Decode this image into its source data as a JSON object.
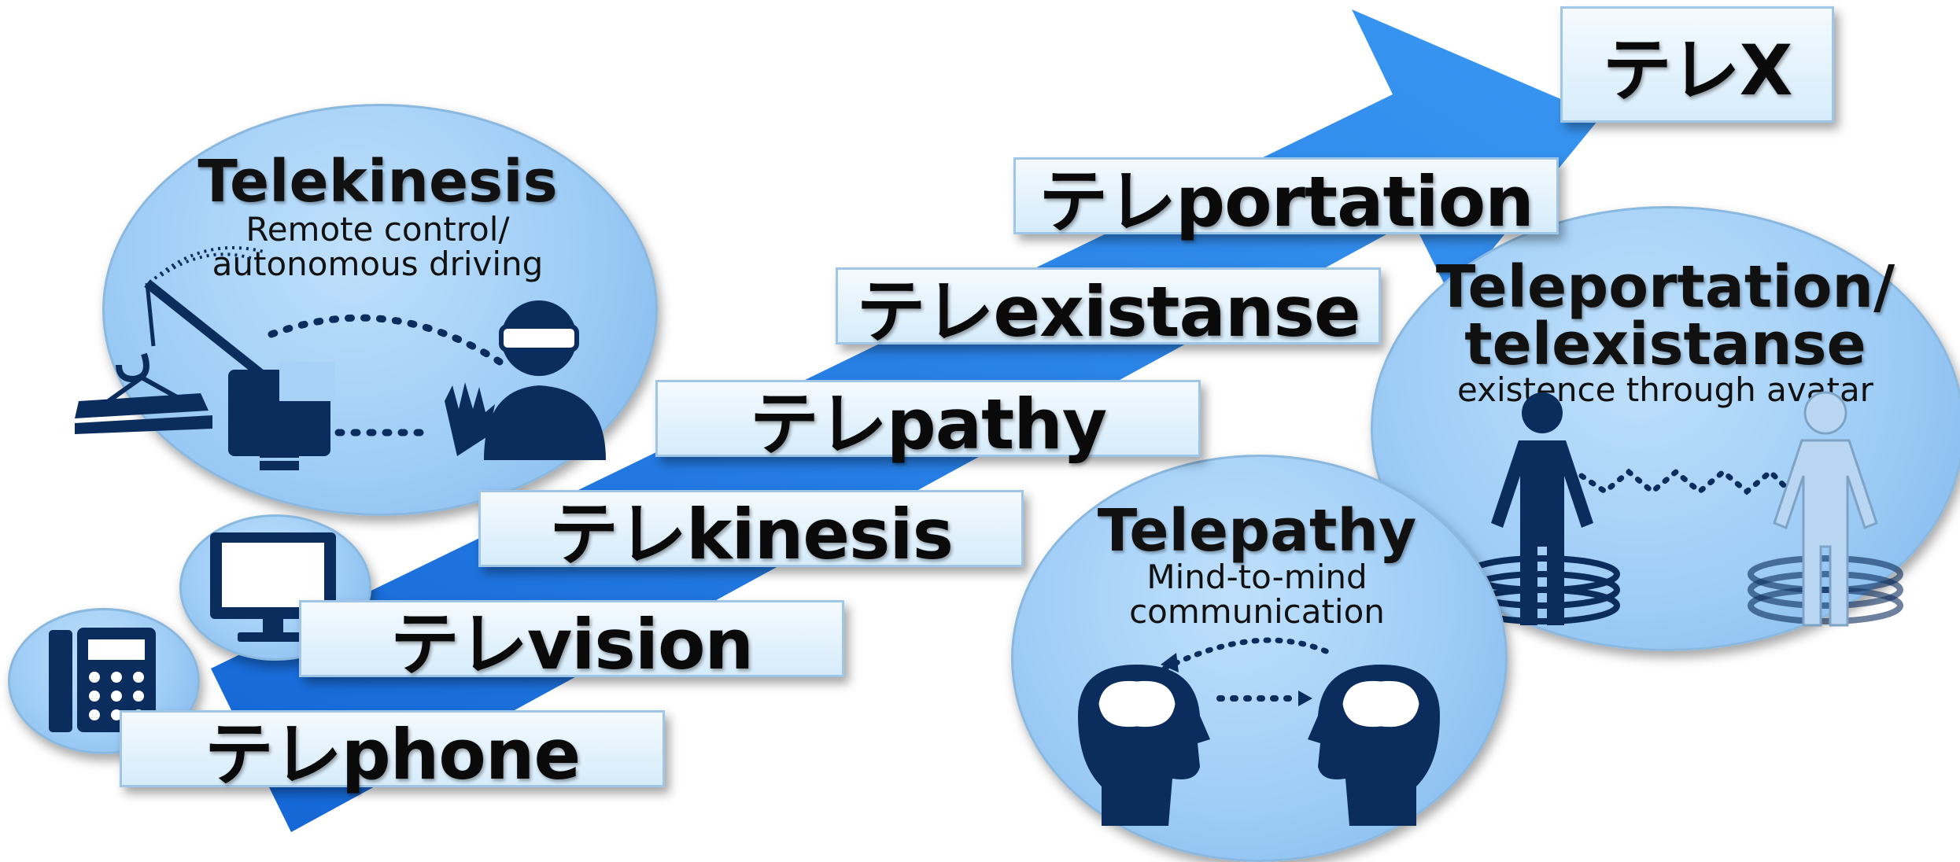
{
  "steps": {
    "telephone": "テレphone",
    "television": "テレvision",
    "telekinesis": "テレkinesis",
    "telepathy": "テレpathy",
    "telexistanse": "テレexistanse",
    "teleportation": "テレportation",
    "telex": "テレX"
  },
  "bubbles": {
    "telekinesis": {
      "title": "Telekinesis",
      "sub1": "Remote control/",
      "sub2": "autonomous driving"
    },
    "telepathy": {
      "title": "Telepathy",
      "sub1": "Mind-to-mind",
      "sub2": "communication"
    },
    "teleport": {
      "title1": "Teleportation/",
      "title2": "telexistanse",
      "sub": "existence through avatar"
    }
  },
  "colors": {
    "arrow": "#1e7de6",
    "navy": "#0b2d5e",
    "bubble": "#a7d1f7"
  },
  "icons": [
    "phone-icon",
    "monitor-icon",
    "crane-icon",
    "vr-operator-icon",
    "brain-head-icon",
    "avatar-person-icon"
  ]
}
